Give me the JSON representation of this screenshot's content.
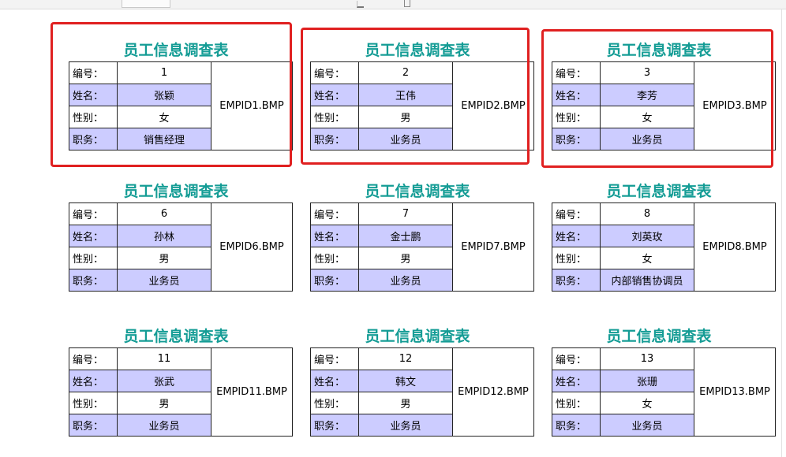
{
  "labels": {
    "id": "编号：",
    "name": "姓名：",
    "gender": "性别：",
    "position": "职务："
  },
  "cards": [
    {
      "title": "员工信息调查表",
      "id": "1",
      "name": "张颖",
      "gender": "女",
      "position": "销售经理",
      "photo": "EMPID1.BMP"
    },
    {
      "title": "员工信息调查表",
      "id": "6",
      "name": "孙林",
      "gender": "男",
      "position": "业务员",
      "photo": "EMPID6.BMP"
    },
    {
      "title": "员工信息调查表",
      "id": "11",
      "name": "张武",
      "gender": "男",
      "position": "业务员",
      "photo": "EMPID11.BMP"
    },
    {
      "title": "员工信息调查表",
      "id": "2",
      "name": "王伟",
      "gender": "男",
      "position": "业务员",
      "photo": "EMPID2.BMP"
    },
    {
      "title": "员工信息调查表",
      "id": "7",
      "name": "金士鹏",
      "gender": "男",
      "position": "业务员",
      "photo": "EMPID7.BMP"
    },
    {
      "title": "员工信息调查表",
      "id": "12",
      "name": "韩文",
      "gender": "男",
      "position": "业务员",
      "photo": "EMPID12.BMP"
    },
    {
      "title": "员工信息调查表",
      "id": "3",
      "name": "李芳",
      "gender": "女",
      "position": "业务员",
      "photo": "EMPID3.BMP"
    },
    {
      "title": "员工信息调查表",
      "id": "8",
      "name": "刘英玫",
      "gender": "女",
      "position": "内部销售协调员",
      "photo": "EMPID8.BMP"
    },
    {
      "title": "员工信息调查表",
      "id": "13",
      "name": "张珊",
      "gender": "女",
      "position": "业务员",
      "photo": "EMPID13.BMP"
    }
  ],
  "colors": {
    "title": "#149c95",
    "alt_row": "#ccccff",
    "highlight": "#e02020"
  }
}
